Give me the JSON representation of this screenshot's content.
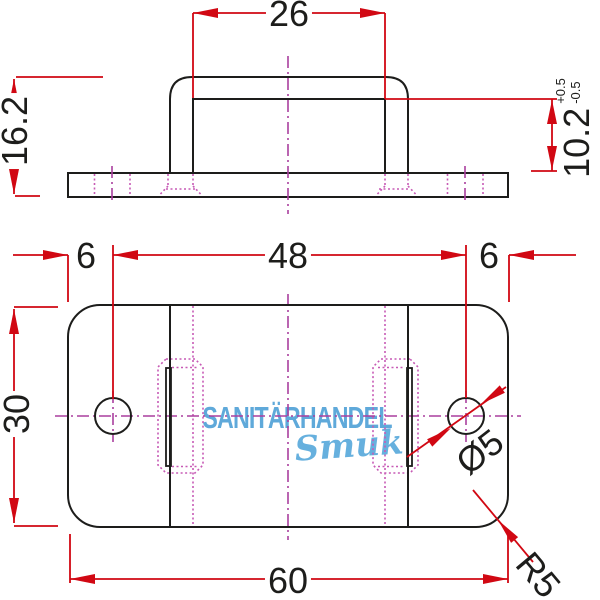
{
  "drawing": {
    "side_view": {
      "dim_top_width": "26",
      "dim_total_height": "16.2",
      "dim_inner_height": "10.2",
      "tol_plus": "+0.5",
      "tol_minus": "-0.5"
    },
    "plan_view": {
      "dim_edge_left": "6",
      "dim_hole_spacing": "48",
      "dim_edge_right": "6",
      "dim_plate_height": "30",
      "dim_plate_width": "60",
      "dim_hole_diameter": "Ø5",
      "dim_corner_radius": "R5"
    }
  },
  "watermark": {
    "line1": "SANITÄRHANDEL",
    "line2": "Smuk"
  },
  "colors": {
    "line-black": "#1d1d1b",
    "dim-red": "#d10813",
    "center-magenta": "#aa3f9e",
    "hidden-magenta": "#c75ab5",
    "watermark-blue": "#5fa9da",
    "watermark-blue-2": "#66b0de"
  }
}
